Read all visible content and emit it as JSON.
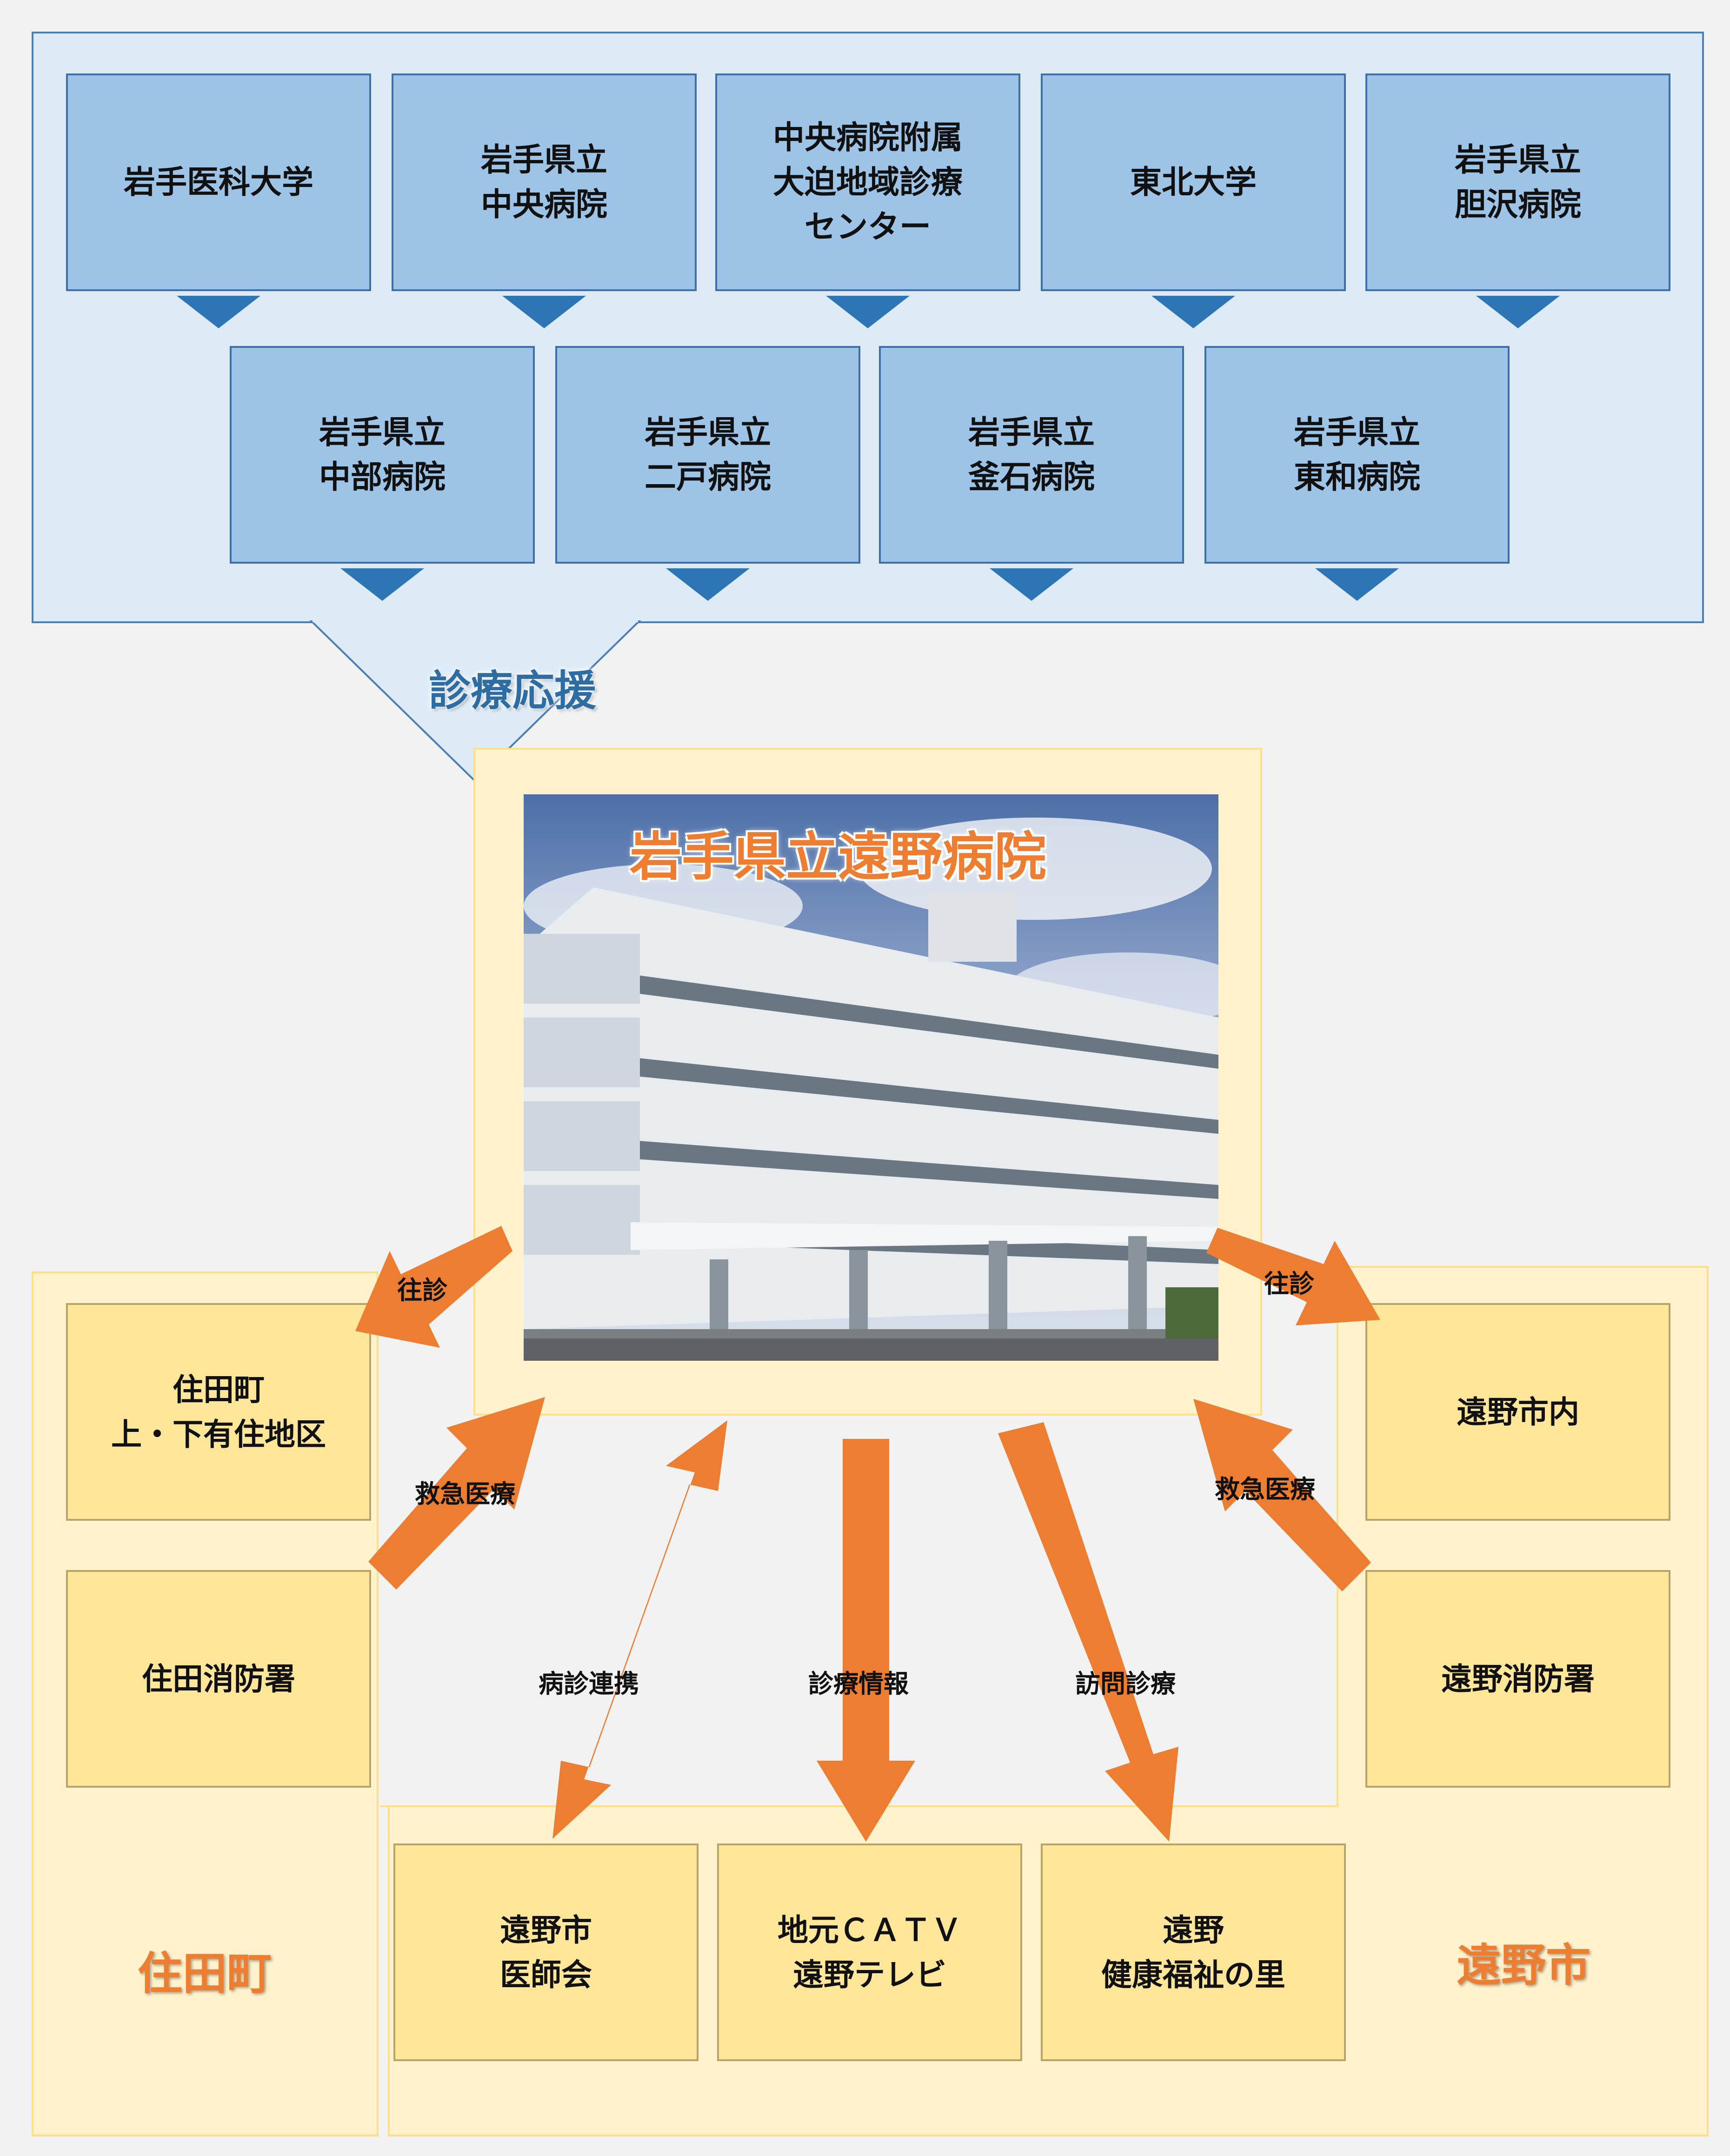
{
  "support_institutions_row1": [
    "岩手医科大学",
    "岩手県立\n中央病院",
    "中央病院附属\n大迫地域診療\nセンター",
    "東北大学",
    "岩手県立\n胆沢病院"
  ],
  "support_institutions_row2": [
    "岩手県立\n中部病院",
    "岩手県立\n二戸病院",
    "岩手県立\n釜石病院",
    "岩手県立\n東和病院"
  ],
  "support_label": "診療応援",
  "hospital": {
    "name": "岩手県立遠野病院"
  },
  "left_region": {
    "name": "住田町",
    "boxes": [
      "住田町\n上・下有住地区",
      "住田消防署"
    ]
  },
  "right_region": {
    "name": "遠野市",
    "boxes": [
      "遠野市内",
      "遠野消防署"
    ]
  },
  "bottom_boxes": [
    "遠野市\n医師会",
    "地元ＣＡＴＶ\n遠野テレビ",
    "遠野\n健康福祉の里"
  ],
  "arrow_labels": {
    "left_visit": "往診",
    "right_visit": "往診",
    "left_emergency": "救急医療",
    "right_emergency": "救急医療",
    "cooperation": "病診連携",
    "info": "診療情報",
    "home_visit": "訪問診療"
  },
  "colors": {
    "blue_box": "#9dc3e6",
    "blue_arrow": "#2e75b6",
    "yellow_box": "#ffe699",
    "orange_arrow": "#ed7d31"
  }
}
